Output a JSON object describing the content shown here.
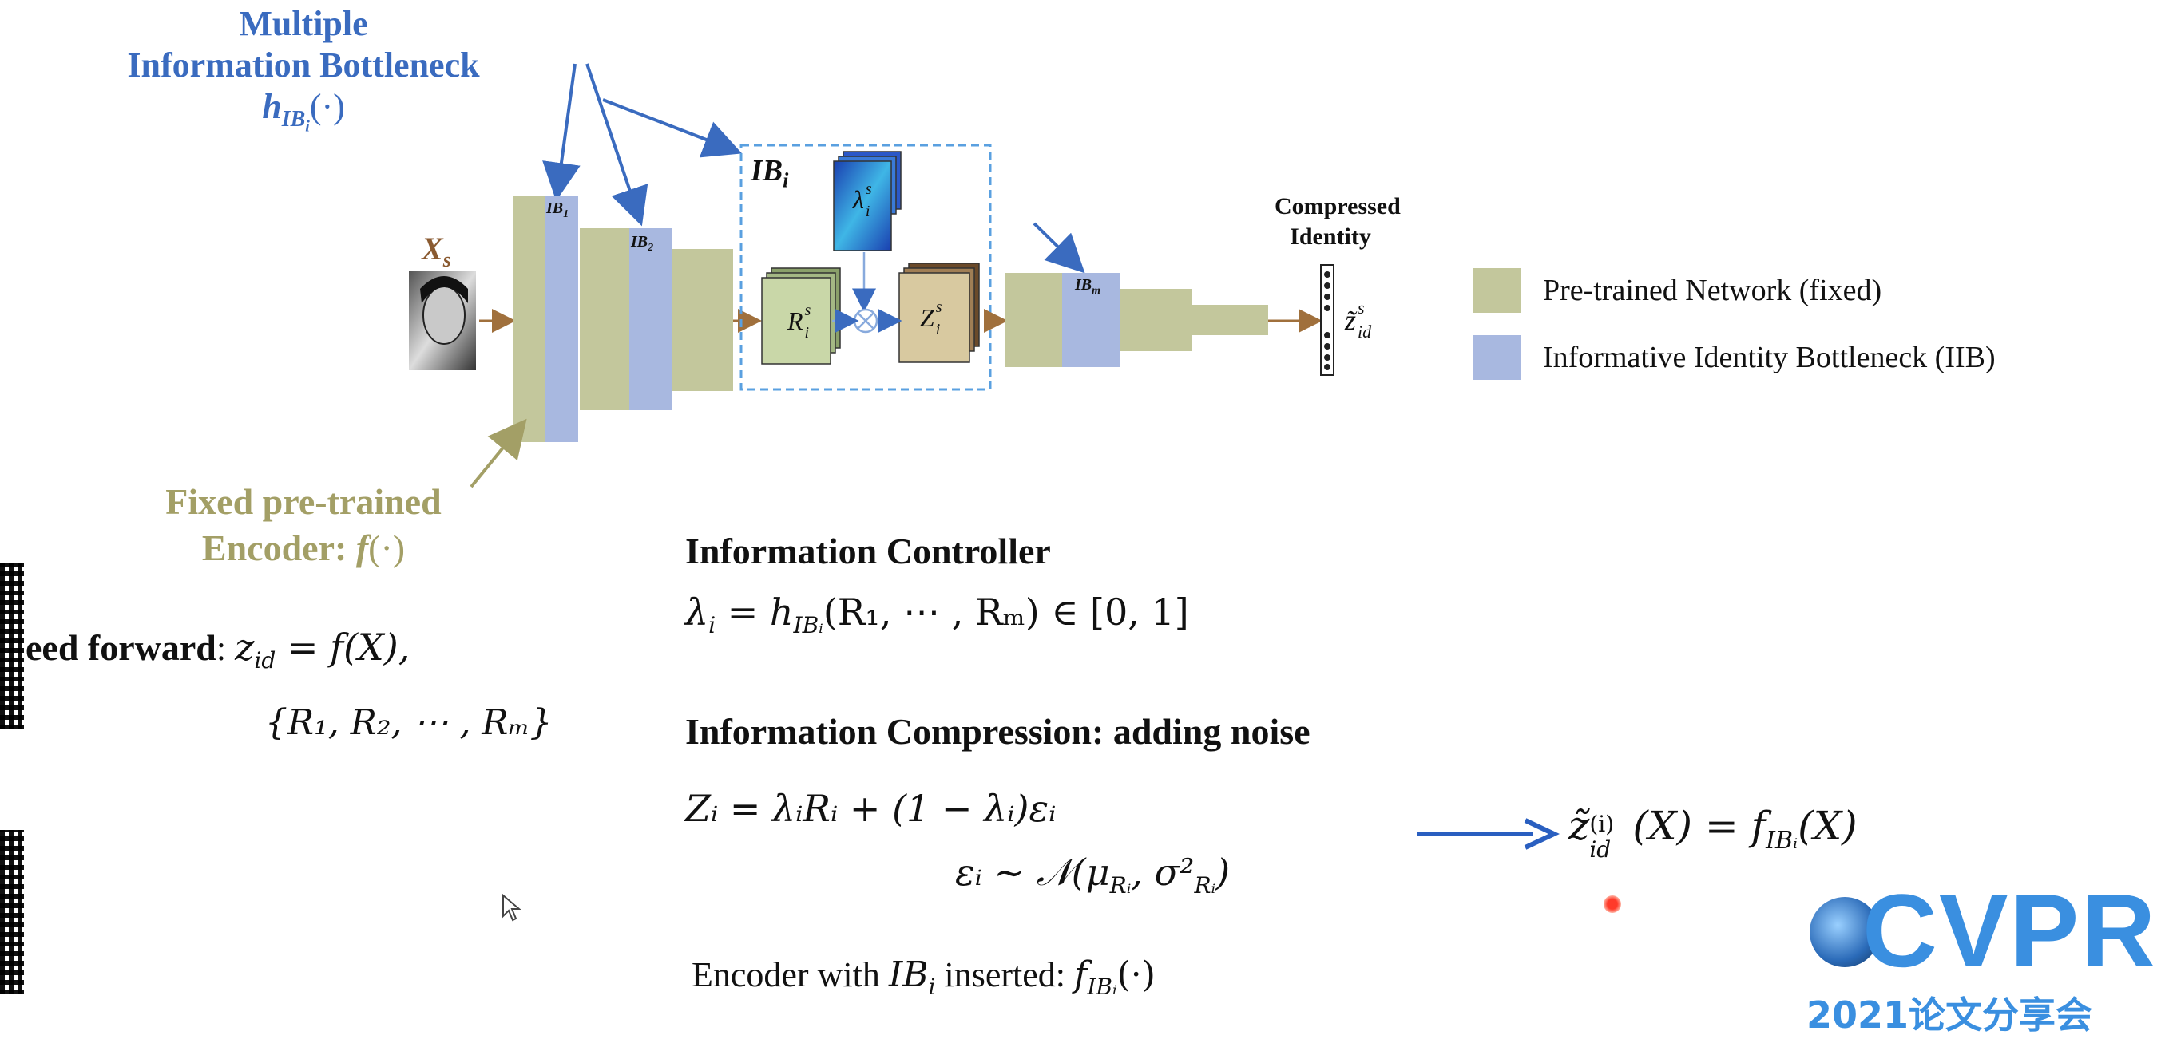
{
  "figure": {
    "mib_title_line1": "Multiple",
    "mib_title_line2": "Information Bottleneck",
    "mib_func": "h",
    "mib_func_sub": "IB",
    "mib_func_subsub": "i",
    "mib_func_arg": "(·)",
    "input_label": "X",
    "input_label_sub": "s",
    "ib1": "IB",
    "ib1_sub": "1",
    "ib2": "IB",
    "ib2_sub": "2",
    "ibi_label": "IB",
    "ibi_label_sub": "i",
    "lambda_label": "λ",
    "lambda_sup": "s",
    "lambda_sub": "i",
    "r_label": "R",
    "r_sup": "s",
    "r_sub": "i",
    "z_label": "Z",
    "z_sup": "s",
    "z_sub": "i",
    "otimes": "⊗",
    "ibm": "IB",
    "ibm_sub": "m",
    "compressed_line1": "Compressed",
    "compressed_line2": "Identity",
    "z_out": "z̃",
    "z_out_sup": "s",
    "z_out_sub": "id",
    "fixed_line1": "Fixed pre-trained",
    "fixed_line2": "Encoder:",
    "fixed_func": "f",
    "fixed_arg": "(·)"
  },
  "legend": {
    "pretrained_label": "Pre-trained Network (fixed)",
    "iib_label": "Informative Identity Bottleneck (IIB)",
    "pretrained_color": "#c3c79c",
    "iib_color": "#a8b8e0"
  },
  "feed_forward": {
    "label": "eed forward",
    "colon": ":",
    "eq1": "z",
    "eq1_sub": "id",
    "eq1_rest": " = f(X),",
    "eq2": "{R₁, R₂, ⋯ , Rₘ}"
  },
  "controller": {
    "title": "Information Controller",
    "eq_lhs": "λ",
    "eq_lhs_sub": "i",
    "eq_mid": " = h",
    "eq_mid_sub": "IBᵢ",
    "eq_rest": "(R₁, ⋯ , Rₘ) ∈ [0, 1]"
  },
  "compression": {
    "title": "Information Compression: adding noise",
    "eq1": "Zᵢ = λᵢRᵢ + (1 − λᵢ)εᵢ",
    "eq2": "εᵢ ∼ 𝒩(μ",
    "eq2_sub": "Rᵢ",
    "eq2_mid": ", σ²",
    "eq2_sub2": "Rᵢ",
    "eq2_end": ")",
    "rhs": "z̃",
    "rhs_sup": "(i)",
    "rhs_sub": "id",
    "rhs_rest": "(X) = f",
    "rhs_sub2": "IBᵢ",
    "rhs_end": "(X)"
  },
  "encoder_note": {
    "prefix": "Encoder with ",
    "ib": "IB",
    "ib_sub": "i",
    "mid": " inserted: ",
    "f": "f",
    "f_sub": "IBᵢ",
    "end": "(·)"
  },
  "logo": {
    "text": "CVPR",
    "subtitle": "2021论文分享会",
    "color": "#3a8fe0"
  }
}
